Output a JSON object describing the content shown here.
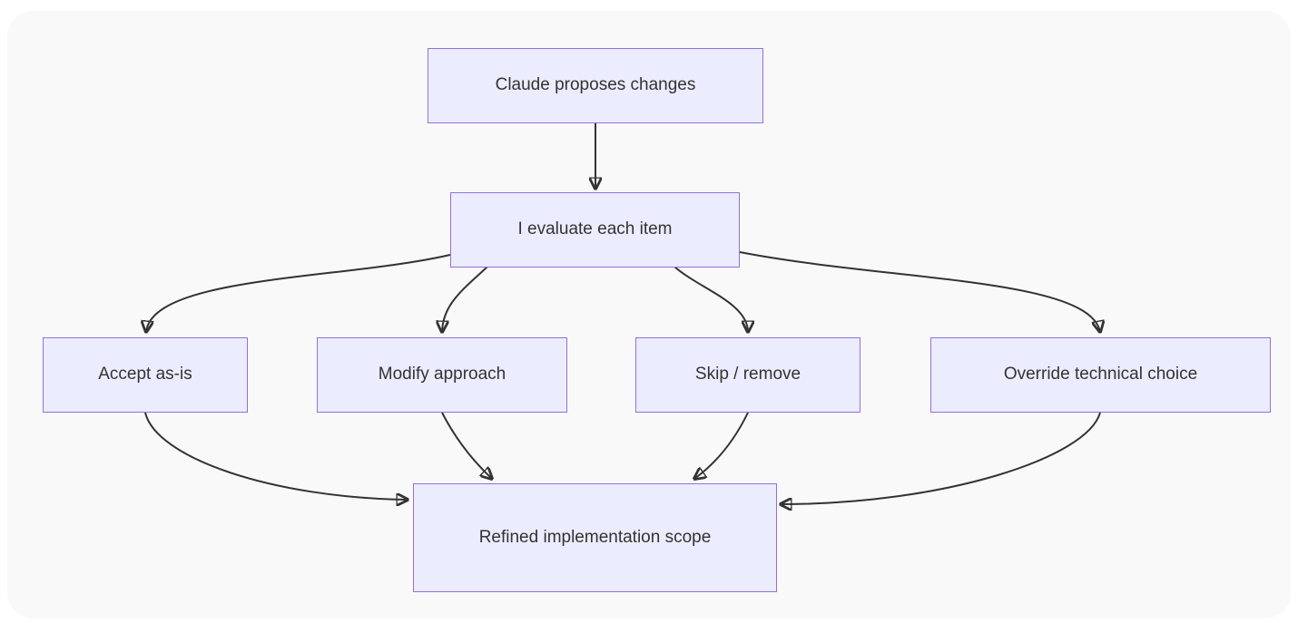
{
  "diagram": {
    "type": "flowchart",
    "direction": "top-down",
    "nodes": {
      "claude": {
        "label": "Claude proposes changes"
      },
      "evaluate": {
        "label": "I evaluate each item"
      },
      "accept": {
        "label": "Accept as-is"
      },
      "modify": {
        "label": "Modify approach"
      },
      "skip": {
        "label": "Skip / remove"
      },
      "override": {
        "label": "Override technical choice"
      },
      "refined": {
        "label": "Refined implementation scope"
      }
    },
    "edges": [
      {
        "from": "claude",
        "to": "evaluate"
      },
      {
        "from": "evaluate",
        "to": "accept"
      },
      {
        "from": "evaluate",
        "to": "modify"
      },
      {
        "from": "evaluate",
        "to": "skip"
      },
      {
        "from": "evaluate",
        "to": "override"
      },
      {
        "from": "accept",
        "to": "refined"
      },
      {
        "from": "modify",
        "to": "refined"
      },
      {
        "from": "skip",
        "to": "refined"
      },
      {
        "from": "override",
        "to": "refined"
      }
    ],
    "colors": {
      "node_fill": "#ECECFF",
      "node_border": "#9370DB",
      "edge_line": "#333333",
      "node_text": "#333333",
      "panel_background": "#F9F9F9",
      "page_background": "#FFFFFF"
    }
  }
}
